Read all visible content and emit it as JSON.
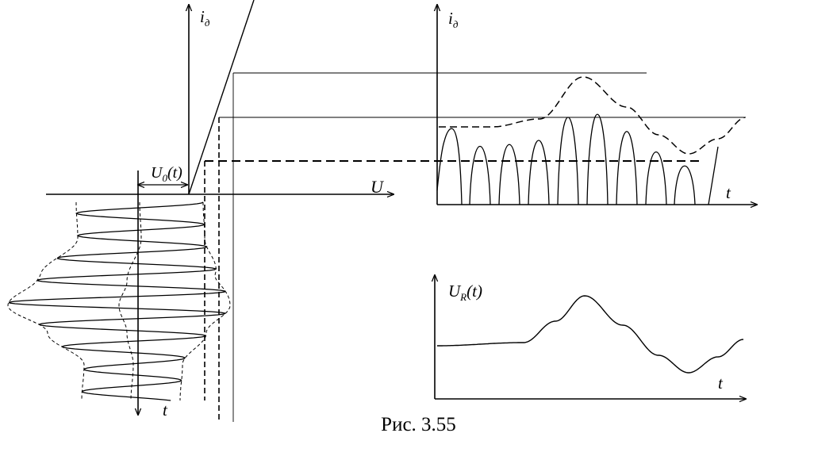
{
  "labels": {
    "id_left": "i",
    "id_left_sub": "д",
    "id_right": "i",
    "id_right_sub": "д",
    "u0_main": "U",
    "u0_sub": "0",
    "u0_arg": "(t)",
    "u_axis": "U",
    "t_left": "t",
    "t_right_top": "t",
    "ur_main": "U",
    "ur_sub": "R",
    "ur_arg": "(t)",
    "t_right_bottom": "t"
  },
  "caption": "Рис. 3.55"
}
